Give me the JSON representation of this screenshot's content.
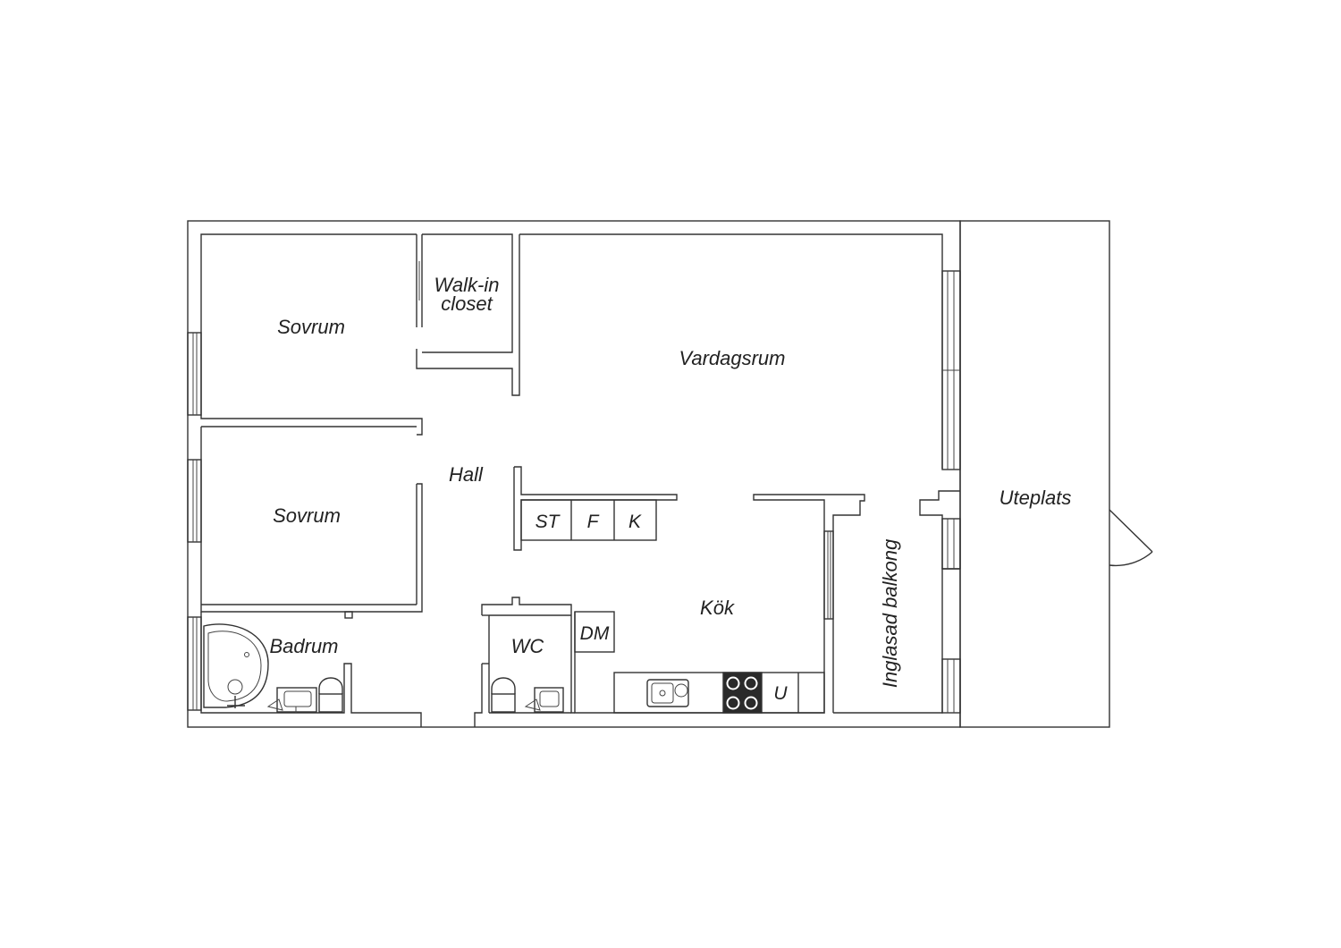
{
  "rooms": {
    "sovrum_1": "Sovrum",
    "walk_in_line1": "Walk-in",
    "walk_in_line2": "closet",
    "vardagsrum": "Vardagsrum",
    "hall": "Hall",
    "sovrum_2": "Sovrum",
    "badrum": "Badrum",
    "wc": "WC",
    "kok": "Kök",
    "inglasad_balkong": "Inglasad balkong",
    "uteplats": "Uteplats"
  },
  "fixtures": {
    "storage": "ST",
    "fridge": "F",
    "freezer": "K",
    "dishwasher": "DM",
    "oven": "U"
  },
  "colors": {
    "walls": "#333333",
    "background": "#ffffff",
    "stove": "#2a2a2a"
  }
}
